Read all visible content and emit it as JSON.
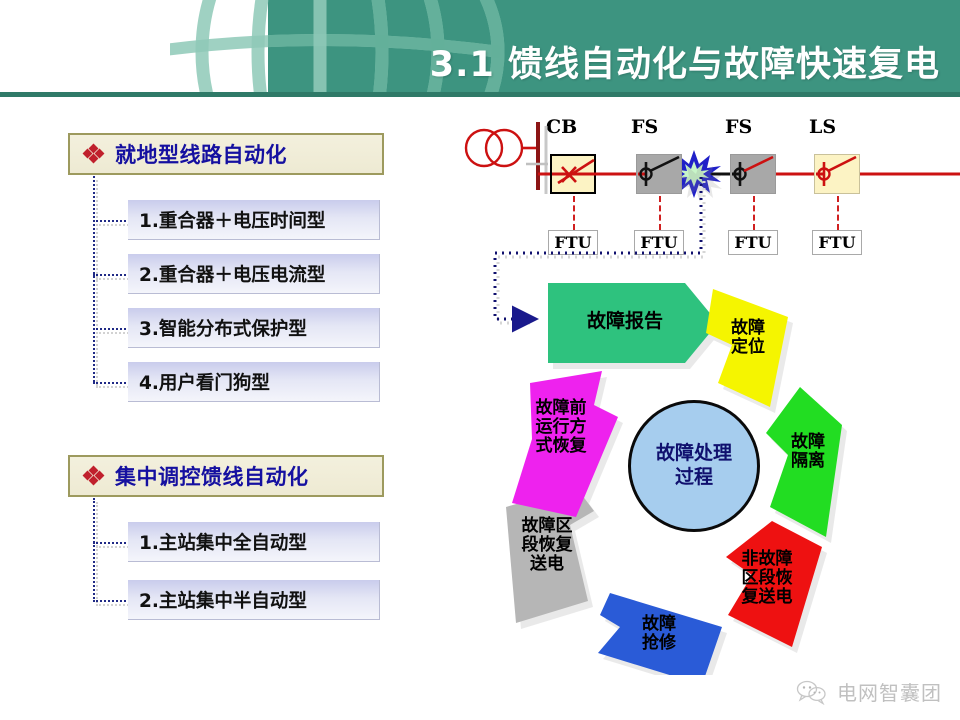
{
  "header": {
    "title": "3.1 馈线自动化与故障快速复电",
    "band_color": "#3d9480",
    "rule_color": "#2f7a68",
    "title_color": "#ffffff"
  },
  "sidebar": {
    "groups": [
      {
        "heading": "就地型线路自动化",
        "bullet_icon": "diamond-cluster-icon",
        "items": [
          {
            "label": "1.重合器＋电压时间型"
          },
          {
            "label": "2.重合器＋电压电流型"
          },
          {
            "label": "3.智能分布式保护型"
          },
          {
            "label": "4.用户看门狗型"
          }
        ]
      },
      {
        "heading": "集中调控馈线自动化",
        "bullet_icon": "diamond-cluster-icon",
        "items": [
          {
            "label": "1.主站集中全自动型"
          },
          {
            "label": "2.主站集中半自动型"
          }
        ]
      }
    ],
    "heading_color": "#1510a0",
    "heading_bg": "#f1eedb",
    "heading_border": "#9d9a5e"
  },
  "circuit": {
    "devices": [
      {
        "label": "CB",
        "type": "breaker",
        "box_fill": "#fcf3c4",
        "box_border": "#000000"
      },
      {
        "label": "FS",
        "type": "switch",
        "box_fill": "#a8a8a8",
        "box_border": "#9a9a9a"
      },
      {
        "label": "FS",
        "type": "switch",
        "box_fill": "#a8a8a8",
        "box_border": "#9a9a9a"
      },
      {
        "label": "LS",
        "type": "switch",
        "box_fill": "#fcf3c4",
        "box_border": "#c9c19a"
      }
    ],
    "ftu_labels": [
      "FTU",
      "FTU",
      "FTU",
      "FTU"
    ],
    "source_icon": "transformer-icon",
    "busbar_icon": "busbar-icon",
    "fault_icon": "fault-starburst-icon",
    "line_color": "#cc1111",
    "fault_color": "#2020c8"
  },
  "cycle": {
    "center": {
      "line1": "故障处理",
      "line2": "过程",
      "fill": "#a6cdee",
      "border": "#0a0a0a"
    },
    "segments": [
      {
        "id": "report",
        "label": "故障报告",
        "color": "#2ec27e",
        "shape": "chevron-right"
      },
      {
        "id": "locate",
        "label": "故障\n定位",
        "color": "#f5f500",
        "shape": "arc-arrow"
      },
      {
        "id": "isolate",
        "label": "故障\n隔离",
        "color": "#22dd22",
        "shape": "arc-arrow"
      },
      {
        "id": "restore-nonfault",
        "label": "非故障\n区段恢\n复送电",
        "color": "#ee1111",
        "shape": "arc-arrow"
      },
      {
        "id": "repair",
        "label": "故障\n抢修",
        "color": "#2a5bd7",
        "shape": "arc-arrow"
      },
      {
        "id": "restore-fault",
        "label": "故障区\n段恢复\n送电",
        "color": "#b6b6b6",
        "shape": "arc-arrow"
      },
      {
        "id": "pre-fault-mode",
        "label": "故障前\n运行方\n式恢复",
        "color": "#ee22ee",
        "shape": "arc-arrow"
      }
    ],
    "flow_arrow_color": "#1a1a8c"
  },
  "watermark": {
    "text": "电网智囊团",
    "icon": "wechat-icon",
    "color": "#8d8d8d"
  }
}
